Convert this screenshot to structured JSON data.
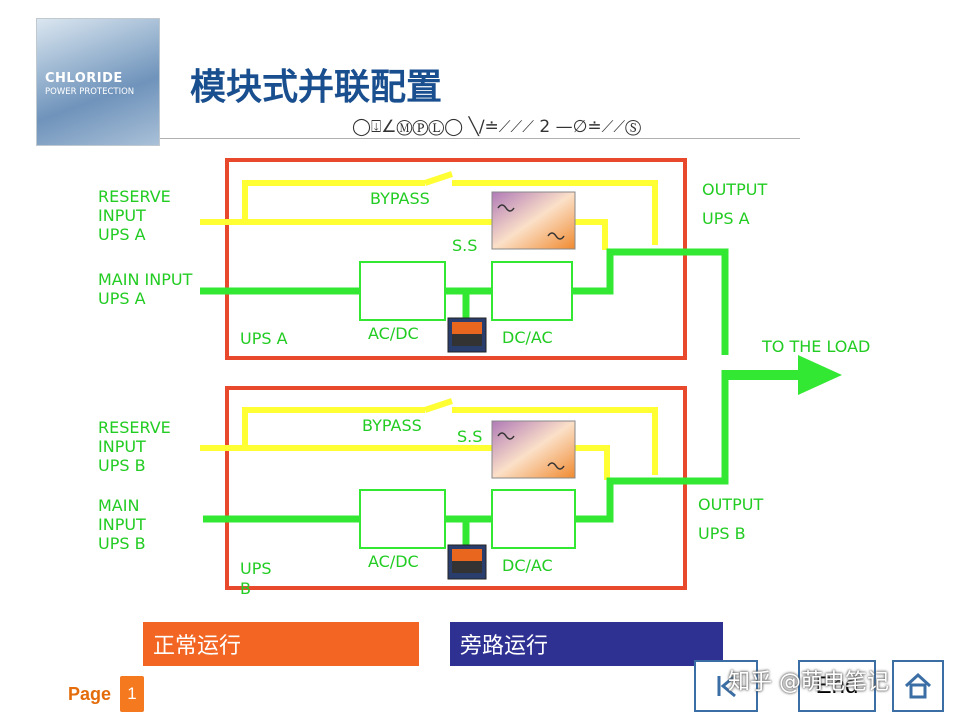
{
  "logo": {
    "line1": "CHLORIDE",
    "line2": "POWER PROTECTION"
  },
  "title": "模块式并联配置",
  "symbol_row": "◯⍗∠ⓂⓅⓁ◯  ╲∕≐⟋⟋⟋   2   —∅≐⟋⟋Ⓢ",
  "ups_a": {
    "reserve_label": [
      "RESERVE",
      "INPUT",
      "UPS  A"
    ],
    "main_label": [
      "MAIN  INPUT",
      "UPS  A"
    ],
    "bypass": "BYPASS",
    "ss": "S.S",
    "rectifier": "AC/DC",
    "inverter": "DC/AC",
    "unit_label": "UPS  A",
    "output_label": [
      "OUTPUT",
      "UPS  A"
    ]
  },
  "ups_b": {
    "reserve_label": [
      "RESERVE",
      "INPUT",
      "UPS  B"
    ],
    "main_label": [
      "MAIN",
      "INPUT",
      "UPS  B"
    ],
    "bypass": "BYPASS",
    "ss": "S.S",
    "rectifier": "AC/DC",
    "inverter": "DC/AC",
    "unit_label": [
      "UPS",
      "B"
    ],
    "output_label": [
      "OUTPUT",
      "UPS  B"
    ]
  },
  "load_label": "TO  THE  LOAD",
  "buttons": {
    "normal": "正常运行",
    "bypass": "旁路运行"
  },
  "footer": {
    "page_label": "Page",
    "page_number": "1",
    "end_label": "End"
  },
  "watermark": "知乎 @萌电笔记",
  "colors": {
    "frame": "#e8492c",
    "bypass_line": "#ffff33",
    "main_line": "#33e833",
    "label_green": "#00cc00",
    "title_blue": "#1a4f8f",
    "normal_button": "#f26522",
    "bypass_button": "#2e3192"
  },
  "icons": [
    "sine-wave-icon",
    "battery-icon",
    "prev-icon",
    "home-icon"
  ]
}
